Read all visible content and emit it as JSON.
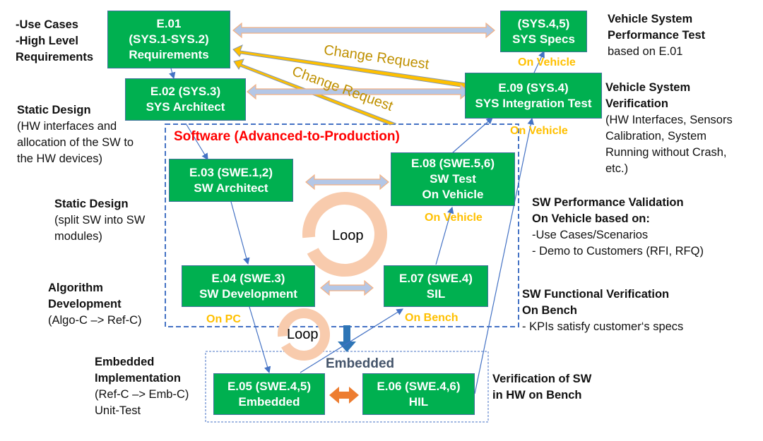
{
  "colors": {
    "box_fill": "#00b050",
    "box_border": "#41719c",
    "tag": "#ffc000",
    "change_request": "#bf9000",
    "software_title": "#ff0000",
    "embedded_title": "#44546a",
    "dashed_frame": "#4472c4",
    "double_arrow_fill": "#b4c7e7",
    "double_arrow_stroke": "#f4b183",
    "loop_ring": "#f8cbad",
    "orange_arrow": "#ed7d31",
    "down_arrow": "#2e75b6"
  },
  "boxes": {
    "e01": {
      "line1": "E.01",
      "line2": "(SYS.1-SYS.2)",
      "line3": "Requirements"
    },
    "sys45": {
      "line1": "(SYS.4,5)",
      "line2": "SYS Specs"
    },
    "e02": {
      "line1": "E.02 (SYS.3)",
      "line2": "SYS Architect"
    },
    "e09": {
      "line1": "E.09 (SYS.4)",
      "line2": "SYS Integration Test"
    },
    "e03": {
      "line1": "E.03 (SWE.1,2)",
      "line2": "SW Architect"
    },
    "e08": {
      "line1": "E.08 (SWE.5,6)",
      "line2": "SW Test",
      "line3": "On Vehicle"
    },
    "e04": {
      "line1": "E.04 (SWE.3)",
      "line2": "SW Development"
    },
    "e07": {
      "line1": "E.07 (SWE.4)",
      "line2": "SIL"
    },
    "e05": {
      "line1": "E.05 (SWE.4,5)",
      "line2": "Embedded"
    },
    "e06": {
      "line1": "E.06 (SWE.4,6)",
      "line2": "HIL"
    }
  },
  "labels": {
    "software_frame": "Software (Advanced-to-Production)",
    "embedded_frame": "Embedded",
    "change_request_1": "Change Request",
    "change_request_2": "Change Request",
    "loop_1": "Loop",
    "loop_2": "Loop",
    "on_vehicle_1": "On Vehicle",
    "on_vehicle_2": "On Vehicle",
    "on_vehicle_3": "On Vehicle",
    "on_pc": "On PC",
    "on_bench": "On Bench"
  },
  "notes": {
    "use_cases": {
      "l1": "-Use Cases",
      "l2": "-High Level",
      "l3": "Requirements"
    },
    "static_design_sys": {
      "title": "Static Design",
      "l1": "(HW interfaces and",
      "l2": "allocation of the SW to",
      "l3": "the HW devices)"
    },
    "static_design_sw": {
      "title": "Static Design",
      "l1": "(split SW into SW",
      "l2": "modules)"
    },
    "algorithm": {
      "t1": "Algorithm",
      "t2": "Development",
      "l1": "(Algo-C –> Ref-C)"
    },
    "embedded_impl": {
      "t1": "Embedded",
      "t2": "Implementation",
      "l1": "(Ref-C –> Emb-C)",
      "l2": "Unit-Test"
    },
    "vehicle_perf": {
      "t1": "Vehicle System",
      "t2": "Performance Test",
      "l1": "based on E.01"
    },
    "vehicle_verif": {
      "t1": "Vehicle System",
      "t2": "Verification",
      "l1": "(HW Interfaces, Sensors",
      "l2": "Calibration, System",
      "l3": "Running without Crash,",
      "l4": "etc.)"
    },
    "sw_perf": {
      "t1": "SW Performance Validation",
      "t2": "On Vehicle based on:",
      "l1": "-Use Cases/Scenarios",
      "l2": "- Demo to Customers (RFI, RFQ)"
    },
    "sw_func": {
      "t1": "SW Functional Verification",
      "t2": "On Bench",
      "l1": "- KPIs satisfy customer‘s specs"
    },
    "hw_verif": {
      "t1": "Verification of SW",
      "t2": "in HW on Bench"
    }
  }
}
